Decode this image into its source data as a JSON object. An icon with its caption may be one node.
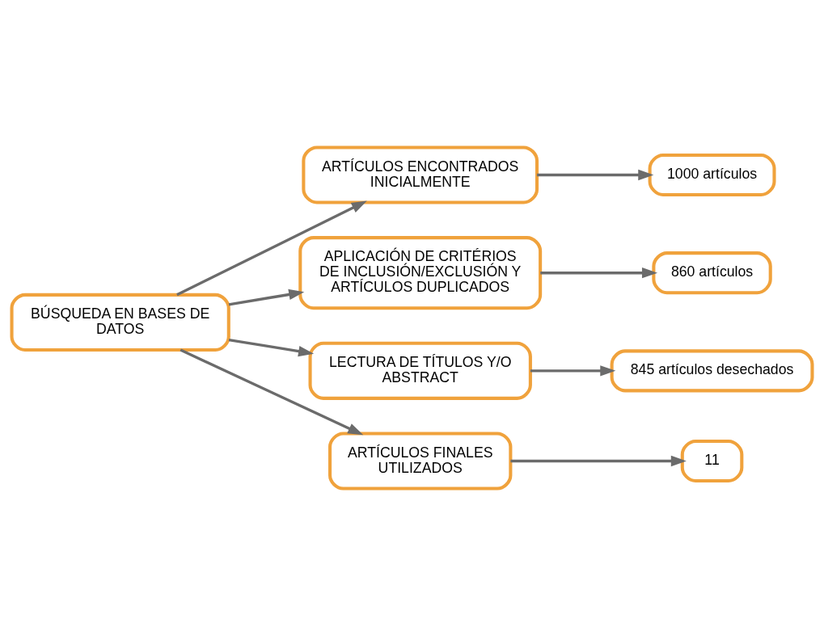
{
  "diagram": {
    "nodes": [
      {
        "text": [
          "BÚSQUEDA EN BASES DE DATOS"
        ]
      },
      {
        "text": [
          "ARTÍCULOS ENCONTRADOS INICIALMENTE"
        ]
      },
      {
        "text": [
          "1000 artículos"
        ]
      },
      {
        "text": [
          "APLICACIÓN DE CRITÉRIOS DE INCLUSIÓN/EXCLUSIÓN Y ARTÍCULOS DUPLICADOS"
        ]
      },
      {
        "text": [
          "860 artículos"
        ]
      },
      {
        "text": [
          "LECTURA DE TÍTULOS Y/O ABSTRACT"
        ]
      },
      {
        "text": [
          "845 artículos desechados"
        ]
      },
      {
        "text": [
          "ARTÍCULOS FINALES UTILIZADOS"
        ]
      },
      {
        "text": [
          "11"
        ]
      }
    ],
    "edges": [
      {
        "from": 0,
        "to": 1,
        "arrow": "to"
      },
      {
        "from": 0,
        "to": 3,
        "arrow": "to"
      },
      {
        "from": 0,
        "to": 5,
        "arrow": "to"
      },
      {
        "from": 0,
        "to": 7,
        "arrow": "to"
      },
      {
        "from": 1,
        "to": 2,
        "arrow": "to"
      },
      {
        "from": 3,
        "to": 4,
        "arrow": "to"
      },
      {
        "from": 5,
        "to": 6,
        "arrow": "to"
      },
      {
        "from": 7,
        "to": 8,
        "arrow": "to"
      }
    ]
  }
}
